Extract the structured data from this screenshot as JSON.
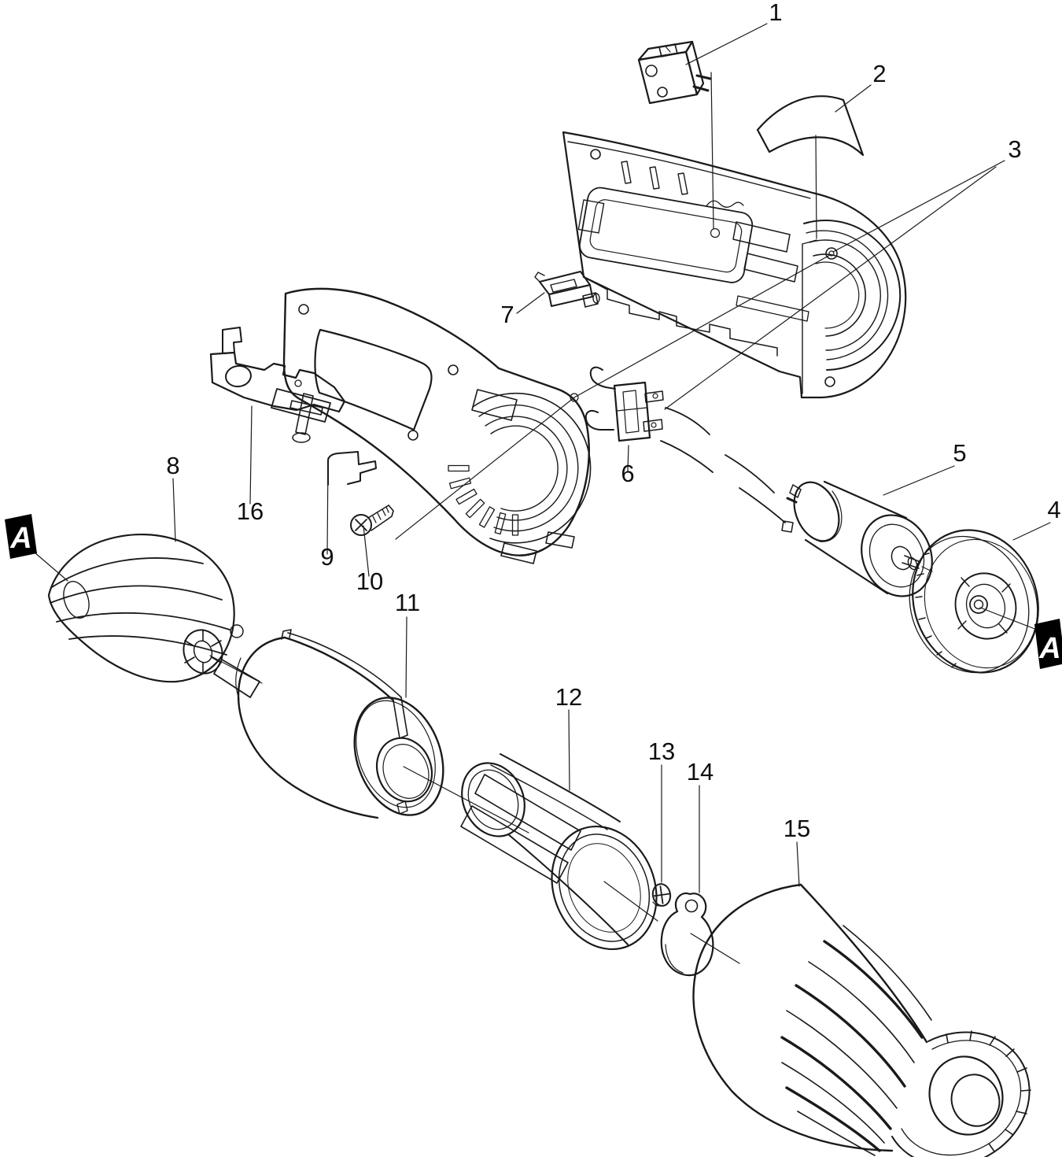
{
  "diagram": {
    "type": "exploded-parts-diagram",
    "subject": "handheld vacuum cleaner",
    "style": {
      "line_color": "#1a1a1a",
      "background": "#ffffff",
      "marker_background": "#000000",
      "marker_text_color": "#ffffff"
    },
    "callouts": [
      {
        "label": "1",
        "part": "micro-switch"
      },
      {
        "label": "2",
        "part": "name-plate-label"
      },
      {
        "label": "3",
        "part": "housing-right-half"
      },
      {
        "label": "4",
        "part": "fan-impeller"
      },
      {
        "label": "5",
        "part": "motor"
      },
      {
        "label": "6",
        "part": "terminal-switch-block"
      },
      {
        "label": "7",
        "part": "latch-button"
      },
      {
        "label": "8",
        "part": "filter-cage"
      },
      {
        "label": "9",
        "part": "spring-clip"
      },
      {
        "label": "10",
        "part": "tapping-screw"
      },
      {
        "label": "11",
        "part": "cloth-filter"
      },
      {
        "label": "12",
        "part": "filter-frame"
      },
      {
        "label": "13",
        "part": "screw"
      },
      {
        "label": "14",
        "part": "cover-cap"
      },
      {
        "label": "15",
        "part": "front-cover"
      },
      {
        "label": "16",
        "part": "hanger-bracket"
      }
    ],
    "section_markers": [
      {
        "label": "A",
        "position": "left"
      },
      {
        "label": "A",
        "position": "right"
      }
    ]
  }
}
